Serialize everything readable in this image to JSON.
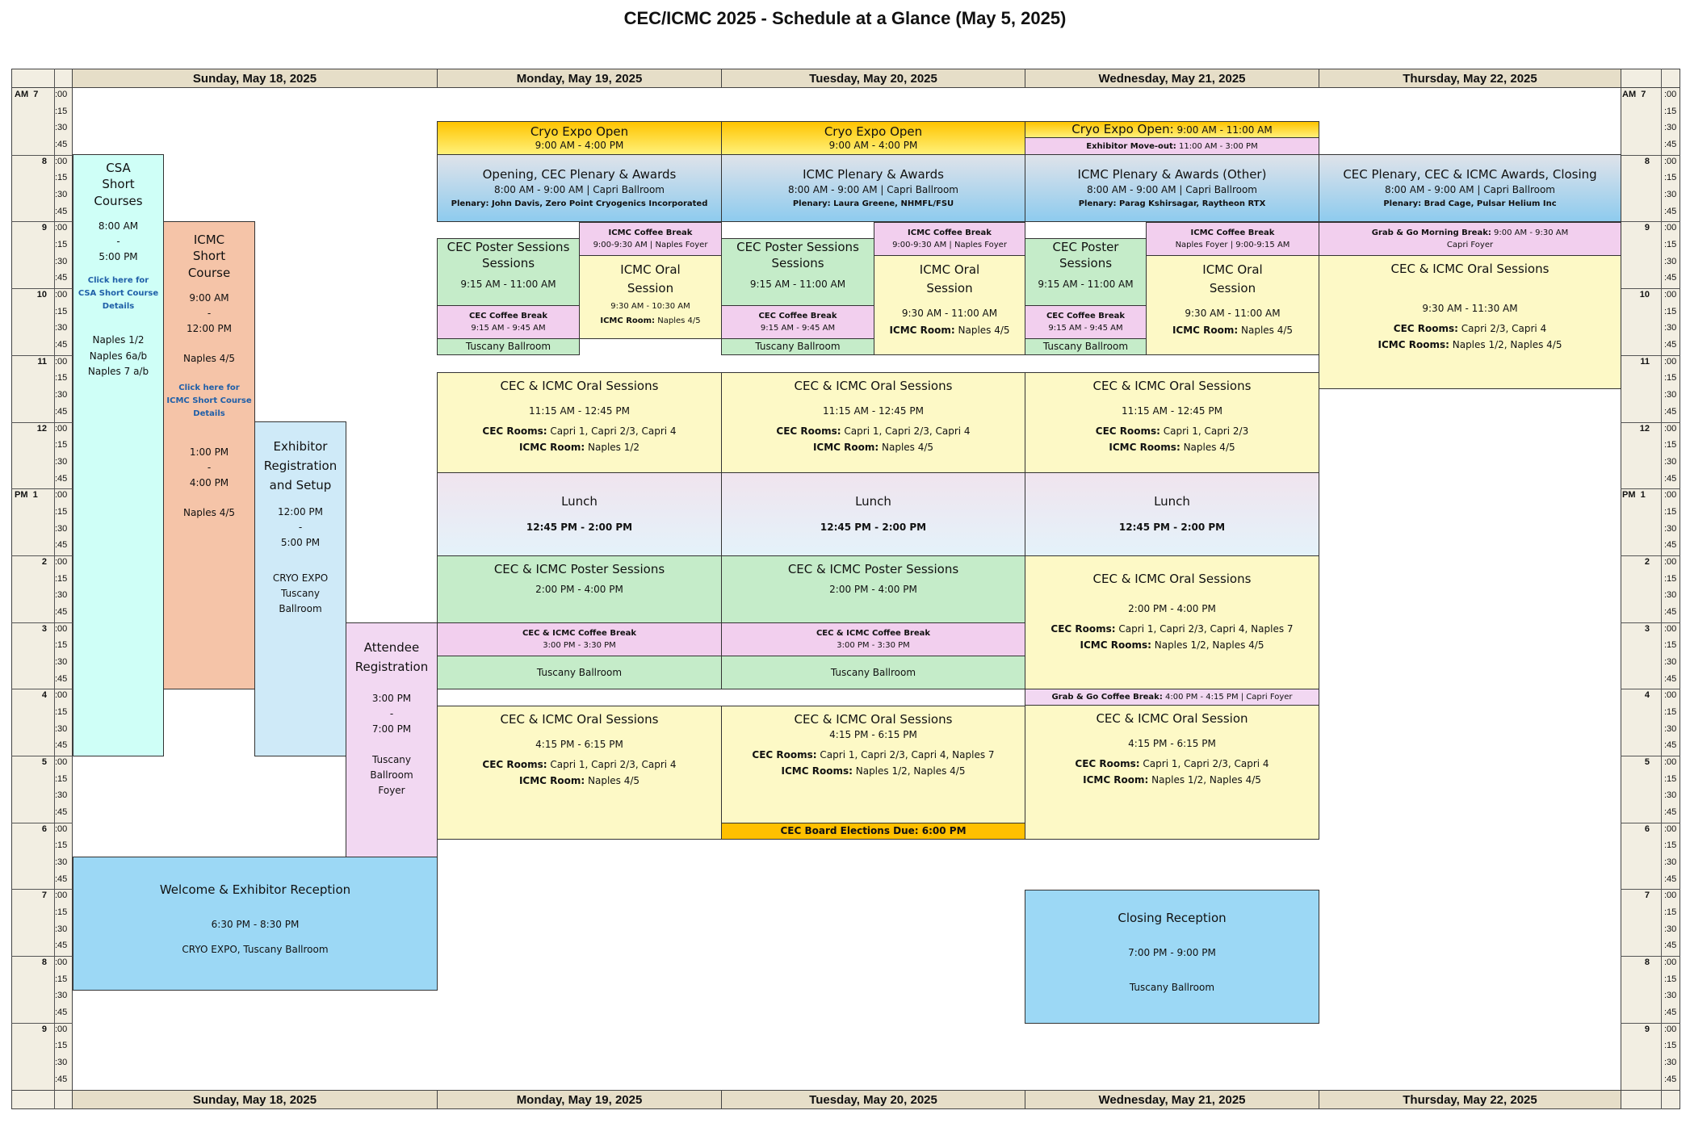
{
  "title": "CEC/ICMC 2025 - Schedule at a Glance (May 5, 2025)",
  "days": [
    "Sunday, May 18, 2025",
    "Monday, May 19, 2025",
    "Tuesday, May 20, 2025",
    "Wednesday, May 21, 2025",
    "Thursday, May 22, 2025"
  ],
  "hours": [
    "7",
    "8",
    "9",
    "10",
    "11",
    "12",
    "1",
    "2",
    "3",
    "4",
    "5",
    "6",
    "7",
    "8",
    "9"
  ],
  "ampm": {
    "am": "AM",
    "pm": "PM"
  },
  "minutes": [
    ":00",
    ":15",
    ":30",
    ":45"
  ],
  "sun": {
    "csa": {
      "t1": "CSA",
      "t2": "Short",
      "t3": "Courses",
      "time1": "8:00 AM",
      "dash": "-",
      "time2": "5:00 PM",
      "link1": "Click here for",
      "link2": "CSA Short Course",
      "link3": "Details",
      "room1": "Naples 1/2",
      "room2": "Naples 6a/b",
      "room3": "Naples 7 a/b"
    },
    "icmcsc": {
      "t1": "ICMC",
      "t2": "Short",
      "t3": "Course",
      "a1": "9:00 AM",
      "dash": "-",
      "a2": "12:00 PM",
      "r1": "Naples 4/5",
      "link1": "Click here for",
      "link2": "ICMC Short Course",
      "link3": "Details",
      "b1": "1:00 PM",
      "b2": "4:00 PM",
      "r2": "Naples 4/5"
    },
    "exhibitor": {
      "t1": "Exhibitor",
      "t2": "Registration",
      "t3": "and Setup",
      "a1": "12:00 PM",
      "dash": "-",
      "a2": "5:00 PM",
      "r1": "CRYO EXPO",
      "r2": "Tuscany",
      "r3": "Ballroom"
    },
    "attendee": {
      "t1": "Attendee",
      "t2": "Registration",
      "a1": "3:00 PM",
      "dash": "-",
      "a2": "7:00 PM",
      "r1": "Tuscany",
      "r2": "Ballroom",
      "r3": "Foyer"
    },
    "welcome": {
      "t": "Welcome & Exhibitor Reception",
      "time": "6:30 PM - 8:30 PM",
      "room": "CRYO EXPO, Tuscany Ballroom"
    }
  },
  "mon": {
    "expo": {
      "t": "Cryo Expo Open",
      "time": "9:00 AM - 4:00 PM"
    },
    "plenary": {
      "t": "Opening, CEC Plenary & Awards",
      "time": "8:00 AM - 9:00 AM | Capri Ballroom",
      "speaker": "Plenary: John Davis, Zero Point Cryogenics Incorporated"
    },
    "poster": {
      "t1": "CEC Poster Sessions",
      "t2": "Sessions",
      "time": "9:15 AM - 11:00 AM"
    },
    "cecbreak": {
      "t": "CEC Coffee Break",
      "time": "9:15 AM - 9:45 AM"
    },
    "room": "Tuscany Ballroom",
    "icmcbreak": {
      "t": "ICMC Coffee Break",
      "time": "9:00-9:30 AM | Naples Foyer"
    },
    "icmcoral": {
      "t1": "ICMC Oral",
      "t2": "Session",
      "time": "9:30 AM - 10:30 AM",
      "rlabel": "ICMC Room:",
      "room": "Naples 4/5"
    },
    "oral1": {
      "t": "CEC & ICMC Oral Sessions",
      "time": "11:15 AM - 12:45 PM",
      "cl": "CEC Rooms:",
      "cr": "Capri 1, Capri 2/3, Capri 4",
      "il": "ICMC Room:",
      "ir": "Naples 1/2"
    },
    "lunch": {
      "t": "Lunch",
      "time": "12:45 PM - 2:00 PM"
    },
    "poster2": {
      "t": "CEC & ICMC Poster Sessions",
      "time": "2:00 PM - 4:00 PM",
      "bt": "CEC & ICMC Coffee Break",
      "btime": "3:00 PM - 3:30 PM",
      "room": "Tuscany Ballroom"
    },
    "oral2": {
      "t": "CEC & ICMC Oral Sessions",
      "time": "4:15 PM - 6:15 PM",
      "cl": "CEC Rooms:",
      "cr": "Capri 1, Capri 2/3, Capri 4",
      "il": "ICMC Room:",
      "ir": "Naples 4/5"
    }
  },
  "tue": {
    "expo": {
      "t": "Cryo Expo Open",
      "time": "9:00 AM - 4:00 PM"
    },
    "plenary": {
      "t": "ICMC Plenary & Awards",
      "time": "8:00 AM - 9:00 AM | Capri Ballroom",
      "speaker": "Plenary: Laura Greene, NHMFL/FSU"
    },
    "poster": {
      "t1": "CEC Poster Sessions",
      "t2": "Sessions",
      "time": "9:15 AM - 11:00 AM"
    },
    "cecbreak": {
      "t": "CEC Coffee Break",
      "time": "9:15 AM - 9:45 AM"
    },
    "room": "Tuscany Ballroom",
    "icmcbreak": {
      "t": "ICMC Coffee Break",
      "time": "9:00-9:30 AM | Naples Foyer"
    },
    "icmcoral": {
      "t1": "ICMC Oral",
      "t2": "Session",
      "time": "9:30 AM - 11:00 AM",
      "rlabel": "ICMC Room:",
      "room": "Naples 4/5"
    },
    "oral1": {
      "t": "CEC & ICMC Oral Sessions",
      "time": "11:15 AM - 12:45 PM",
      "cl": "CEC Rooms:",
      "cr": "Capri 1, Capri 2/3, Capri 4",
      "il": "ICMC Room:",
      "ir": "Naples 4/5"
    },
    "lunch": {
      "t": "Lunch",
      "time": "12:45 PM - 2:00 PM"
    },
    "poster2": {
      "t": "CEC & ICMC Poster Sessions",
      "time": "2:00 PM - 4:00 PM",
      "bt": "CEC & ICMC Coffee Break",
      "btime": "3:00 PM - 3:30 PM",
      "room": "Tuscany Ballroom"
    },
    "oral2": {
      "t": "CEC & ICMC Oral Sessions",
      "time": "4:15 PM - 6:15 PM",
      "cl": "CEC Rooms:",
      "cr": "Capri 1, Capri 2/3, Capri 4, Naples 7",
      "il": "ICMC Rooms:",
      "ir": "Naples 1/2, Naples 4/5"
    },
    "elections": "CEC Board Elections Due: 6:00 PM"
  },
  "wed": {
    "expo": {
      "t": "Cryo Expo Open:",
      "time": "9:00 AM - 11:00 AM",
      "ml": "Exhibitor Move-out:",
      "mt": "11:00 AM - 3:00 PM"
    },
    "plenary": {
      "t": "ICMC Plenary & Awards (Other)",
      "time": "8:00 AM - 9:00 AM | Capri Ballroom",
      "speaker": "Plenary: Parag Kshirsagar, Raytheon RTX"
    },
    "poster": {
      "t1": "CEC Poster",
      "t2": "Sessions",
      "time": "9:15 AM - 11:00 AM"
    },
    "cecbreak": {
      "t": "CEC Coffee Break",
      "time": "9:15 AM - 9:45 AM"
    },
    "room": "Tuscany Ballroom",
    "icmcbreak": {
      "t": "ICMC Coffee Break",
      "time": "Naples Foyer | 9:00-9:15 AM"
    },
    "icmcoral": {
      "t1": "ICMC Oral",
      "t2": "Session",
      "time": "9:30 AM - 11:00 AM",
      "rlabel": "ICMC Room:",
      "room": "Naples 4/5"
    },
    "oral1": {
      "t": "CEC & ICMC Oral Sessions",
      "time": "11:15 AM - 12:45 PM",
      "cl": "CEC Rooms:",
      "cr": "Capri 1, Capri 2/3",
      "il": "ICMC Rooms:",
      "ir": "Naples 4/5"
    },
    "lunch": {
      "t": "Lunch",
      "time": "12:45 PM - 2:00 PM"
    },
    "oral2": {
      "t": "CEC & ICMC Oral Sessions",
      "time": "2:00 PM - 4:00 PM",
      "cl": "CEC Rooms:",
      "cr": "Capri 1, Capri 2/3, Capri 4, Naples 7",
      "il": "ICMC Rooms:",
      "ir": "Naples 1/2, Naples 4/5"
    },
    "grab": {
      "l": "Grab & Go Coffee Break:",
      "r": "4:00 PM - 4:15 PM | Capri Foyer"
    },
    "oral3": {
      "t": "CEC & ICMC Oral Session",
      "time": "4:15 PM - 6:15 PM",
      "cl": "CEC Rooms:",
      "cr": "Capri 1, Capri 2/3, Capri 4",
      "il": "ICMC Room:",
      "ir": "Naples 1/2, Naples 4/5"
    },
    "closing": {
      "t": "Closing Reception",
      "time": "7:00 PM - 9:00 PM",
      "room": "Tuscany Ballroom"
    }
  },
  "thu": {
    "plenary": {
      "t": "CEC Plenary, CEC & ICMC Awards, Closing",
      "time": "8:00 AM - 9:00 AM | Capri Ballroom",
      "speaker": "Plenary: Brad Cage, Pulsar Helium Inc"
    },
    "grab": {
      "l": "Grab & Go Morning Break:",
      "r": "9:00 AM - 9:30 AM",
      "room": "Capri Foyer"
    },
    "oral": {
      "t": "CEC & ICMC Oral Sessions",
      "time": "9:30 AM - 11:30 AM",
      "cl": "CEC Rooms:",
      "cr": "Capri 2/3, Capri 4",
      "il": "ICMC Rooms:",
      "ir": "Naples 1/2, Naples 4/5"
    }
  }
}
